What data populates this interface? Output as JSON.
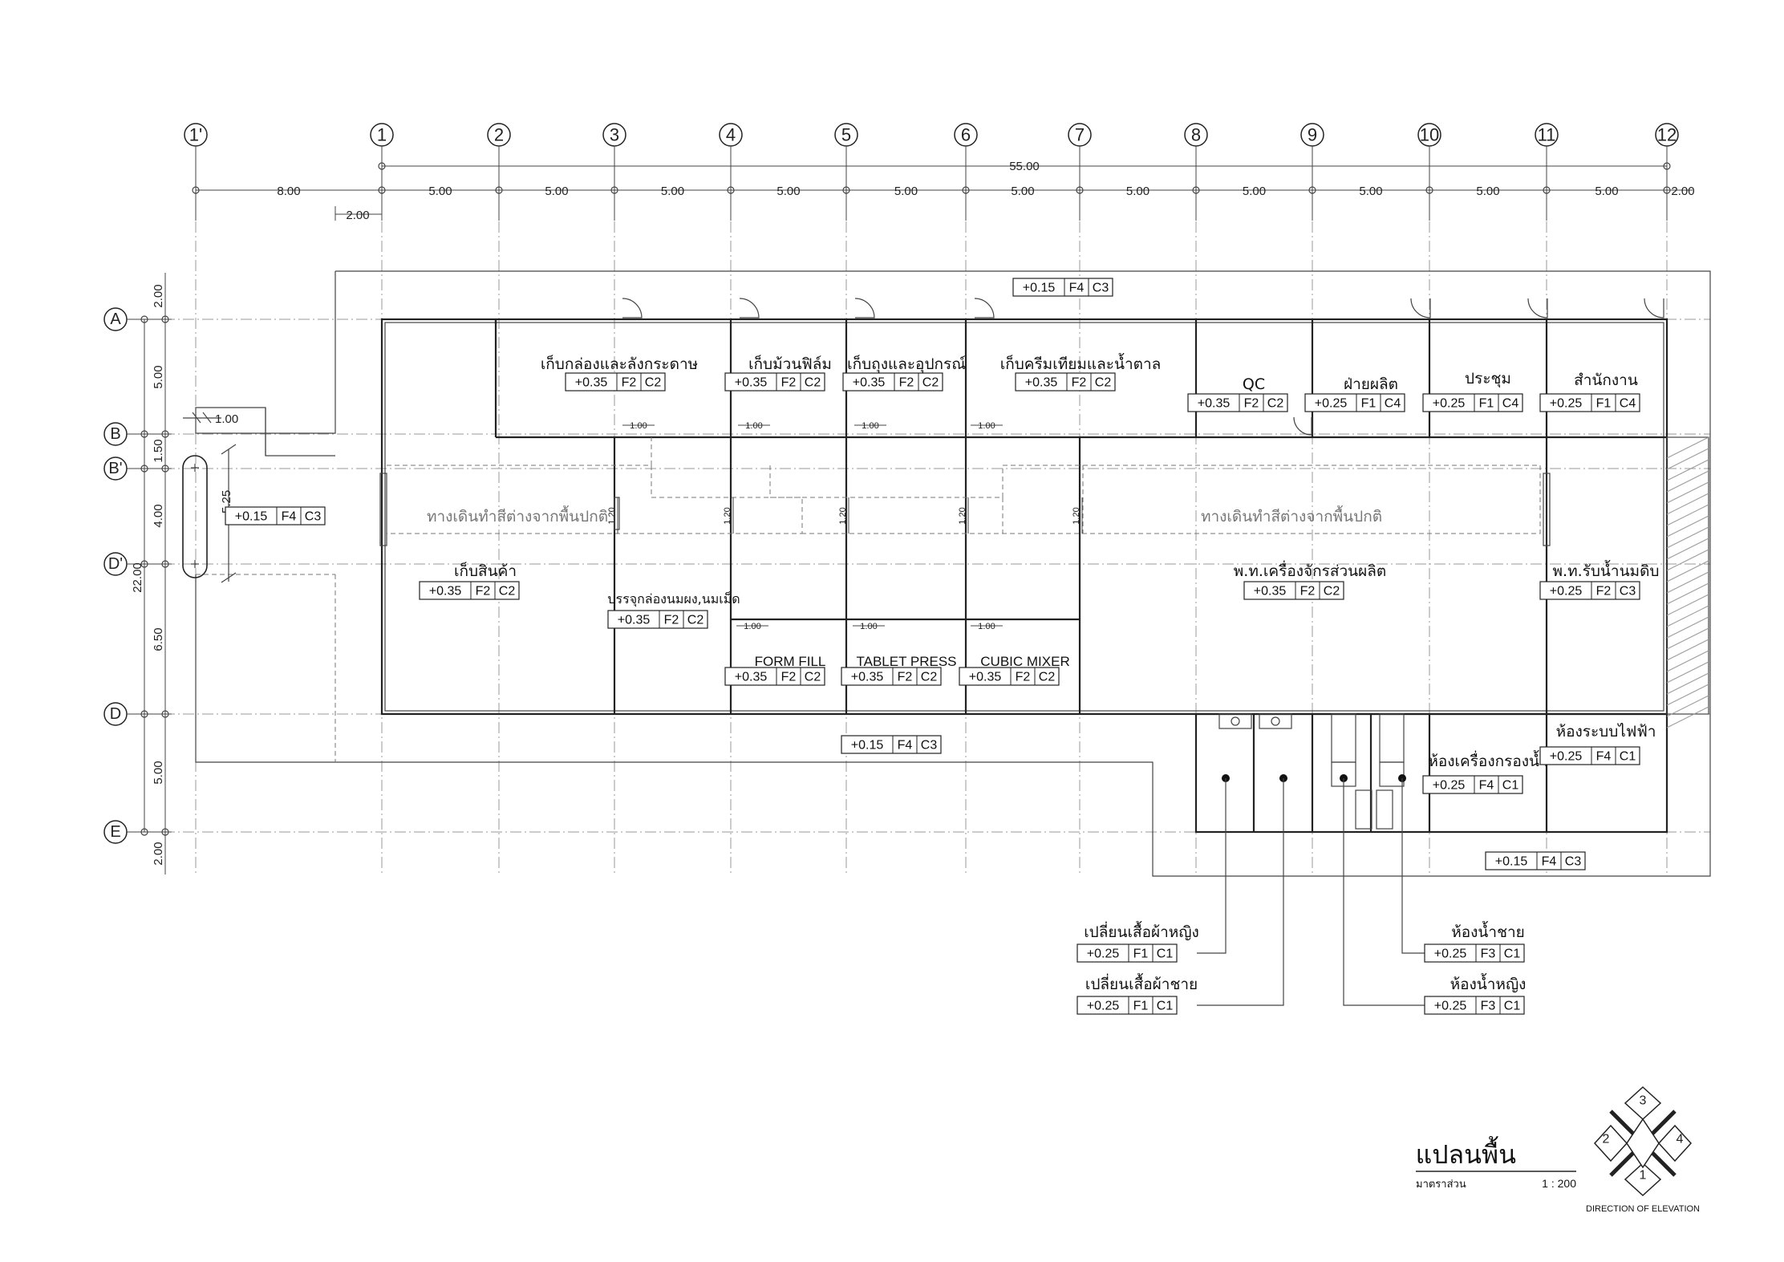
{
  "grid_x": [
    {
      "id": "1'",
      "dim_left": "8.00"
    },
    {
      "id": "1",
      "dim_left": "5.00"
    },
    {
      "id": "2",
      "dim_left": "5.00"
    },
    {
      "id": "3",
      "dim_left": "5.00"
    },
    {
      "id": "4",
      "dim_left": "5.00"
    },
    {
      "id": "5",
      "dim_left": "5.00"
    },
    {
      "id": "6",
      "dim_left": "5.00"
    },
    {
      "id": "7",
      "dim_left": "5.00"
    },
    {
      "id": "8",
      "dim_left": "5.00"
    },
    {
      "id": "9",
      "dim_left": "5.00"
    },
    {
      "id": "10",
      "dim_left": "5.00"
    },
    {
      "id": "11",
      "dim_left": "5.00"
    },
    {
      "id": "12",
      "dim_left": ""
    }
  ],
  "grid_y": [
    {
      "id": "A"
    },
    {
      "id": "B"
    },
    {
      "id": "B'"
    },
    {
      "id": "D'"
    },
    {
      "id": "D"
    },
    {
      "id": "E"
    }
  ],
  "dims": {
    "overall": "55.00",
    "first_bay": "8.00",
    "bay": "5.00",
    "end": "2.00",
    "offset_left": "2.00",
    "v_top": "2.00",
    "v_ab": "5.00",
    "v_bb": "1.50",
    "v_bd": "4.00",
    "v_dd": "6.50",
    "v_de": "5.00",
    "v_bottom": "2.00",
    "v_total": "22.00",
    "ramp_w": "1.00",
    "ramp_l": "5.25",
    "door_100": "1.00",
    "door_120": "1.20"
  },
  "tags": [
    {
      "id": "t-top",
      "level": "+0.15",
      "f": "F4",
      "c": "C3"
    },
    {
      "id": "t-box",
      "level": "+0.35",
      "f": "F2",
      "c": "C2"
    },
    {
      "id": "t-film",
      "level": "+0.35",
      "f": "F2",
      "c": "C2"
    },
    {
      "id": "t-bag",
      "level": "+0.35",
      "f": "F2",
      "c": "C2"
    },
    {
      "id": "t-sugar",
      "level": "+0.35",
      "f": "F2",
      "c": "C2"
    },
    {
      "id": "t-qc",
      "level": "+0.35",
      "f": "F2",
      "c": "C2"
    },
    {
      "id": "t-prod",
      "level": "+0.25",
      "f": "F1",
      "c": "C4"
    },
    {
      "id": "t-meet",
      "level": "+0.25",
      "f": "F1",
      "c": "C4"
    },
    {
      "id": "t-office",
      "level": "+0.25",
      "f": "F1",
      "c": "C4"
    },
    {
      "id": "t-ramp",
      "level": "+0.15",
      "f": "F4",
      "c": "C3"
    },
    {
      "id": "t-goods",
      "level": "+0.35",
      "f": "F2",
      "c": "C2"
    },
    {
      "id": "t-pack",
      "level": "+0.35",
      "f": "F2",
      "c": "C2"
    },
    {
      "id": "t-machine",
      "level": "+0.35",
      "f": "F2",
      "c": "C2"
    },
    {
      "id": "t-raw",
      "level": "+0.25",
      "f": "F2",
      "c": "C3"
    },
    {
      "id": "t-form",
      "level": "+0.35",
      "f": "F2",
      "c": "C2"
    },
    {
      "id": "t-tablet",
      "level": "+0.35",
      "f": "F2",
      "c": "C2"
    },
    {
      "id": "t-cubic",
      "level": "+0.35",
      "f": "F2",
      "c": "C2"
    },
    {
      "id": "t-bottom",
      "level": "+0.15",
      "f": "F4",
      "c": "C3"
    },
    {
      "id": "t-elec",
      "level": "+0.25",
      "f": "F4",
      "c": "C1"
    },
    {
      "id": "t-filter",
      "level": "+0.25",
      "f": "F4",
      "c": "C1"
    },
    {
      "id": "t-br",
      "level": "+0.15",
      "f": "F4",
      "c": "C3"
    },
    {
      "id": "t-cw",
      "level": "+0.25",
      "f": "F1",
      "c": "C1"
    },
    {
      "id": "t-cm",
      "level": "+0.25",
      "f": "F1",
      "c": "C1"
    },
    {
      "id": "t-wcm",
      "level": "+0.25",
      "f": "F3",
      "c": "C1"
    },
    {
      "id": "t-wcw",
      "level": "+0.25",
      "f": "F3",
      "c": "C1"
    }
  ],
  "rooms": {
    "box": "เก็บกล่องและลังกระดาษ",
    "film": "เก็บม้วนฟิล์ม",
    "bag": "เก็บถุงและอุปกรณ์",
    "sugar": "เก็บครีมเทียมและน้ำตาล",
    "qc": "QC",
    "prod": "ฝ่ายผลิต",
    "meet": "ประชุม",
    "office": "สำนักงาน",
    "goods": "เก็บสินค้า",
    "pack": "บรรจุกล่องนมผง,นมเม็ด",
    "machine": "พ.ท.เครื่องจักรส่วนผลิต",
    "raw": "พ.ท.รับน้ำนมดิบ",
    "form": "FORM FILL",
    "tablet": "TABLET PRESS",
    "cubic": "CUBIC MIXER",
    "elec": "ห้องระบบไฟฟ้า",
    "filter": "ห้องเครื่องกรองน้ำ",
    "cw": "เปลี่ยนเสื้อผ้าหญิง",
    "cm": "เปลี่ยนเสื้อผ้าชาย",
    "wcm": "ห้องน้ำชาย",
    "wcw": "ห้องน้ำหญิง",
    "walkway": "ทางเดินทำสีต่างจากพื้นปกติ"
  },
  "title": {
    "main": "แปลนพื้น",
    "scale_label": "มาตราส่วน",
    "scale": "1 : 200"
  },
  "compass": {
    "n1": "1",
    "n2": "2",
    "n3": "3",
    "n4": "4",
    "caption": "DIRECTION OF ELEVATION"
  }
}
